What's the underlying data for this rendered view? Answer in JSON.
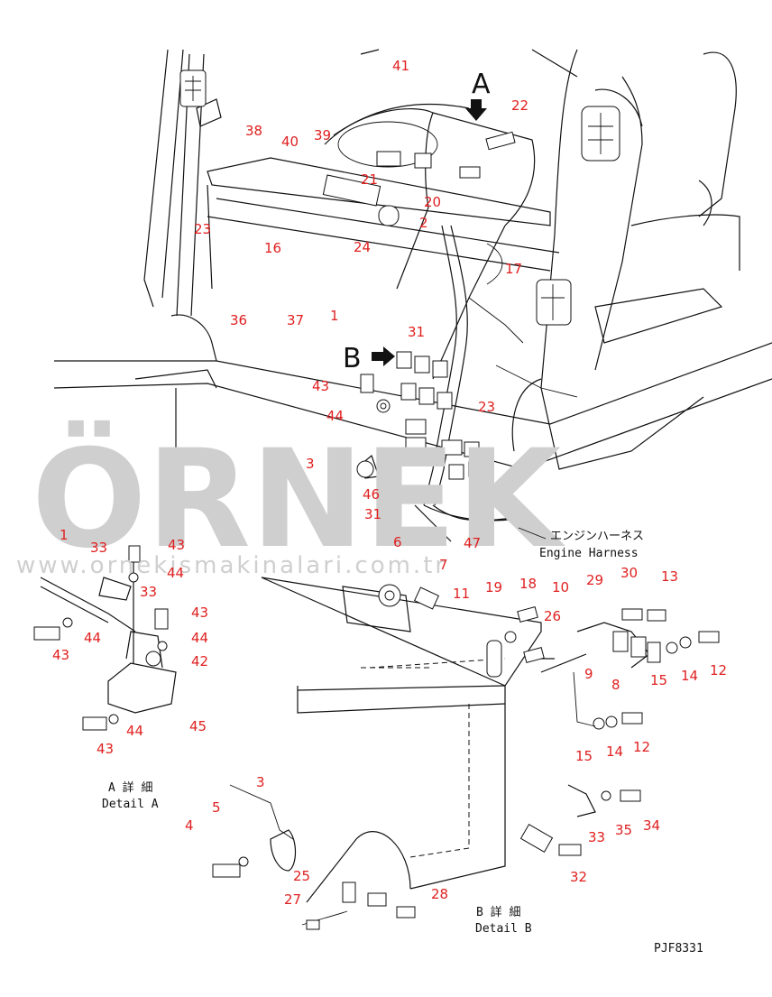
{
  "diagram": {
    "drawing_code": "PJF8331",
    "detail_a": {
      "marker": "A",
      "label_jp": "A 詳 細",
      "label_en": "Detail A"
    },
    "detail_b": {
      "marker": "B",
      "label_jp": "B 詳 細",
      "label_en": "Detail B"
    },
    "engine_harness": {
      "label_jp": "エンジンハーネス",
      "label_en": "Engine Harness"
    },
    "callouts": [
      "41",
      "22",
      "38",
      "40",
      "39",
      "21",
      "20",
      "2",
      "23",
      "16",
      "24",
      "17",
      "36",
      "37",
      "1",
      "31",
      "43",
      "44",
      "23",
      "3",
      "46",
      "31",
      "47",
      "1",
      "33",
      "43",
      "44",
      "33",
      "6",
      "7",
      "11",
      "19",
      "18",
      "10",
      "29",
      "30",
      "13",
      "43",
      "44",
      "26",
      "43",
      "44",
      "42",
      "9",
      "8",
      "15",
      "14",
      "12",
      "45",
      "15",
      "14",
      "12",
      "43",
      "44",
      "3",
      "5",
      "4",
      "25",
      "33",
      "35",
      "34",
      "32",
      "27",
      "28"
    ],
    "accent_color": "#e02020"
  },
  "watermark": {
    "brand": "ÖRNEK",
    "url": "www.ornekismakinalari.com.tr",
    "color": "#cfcfcf",
    "accent_color": "#f2d77a"
  }
}
